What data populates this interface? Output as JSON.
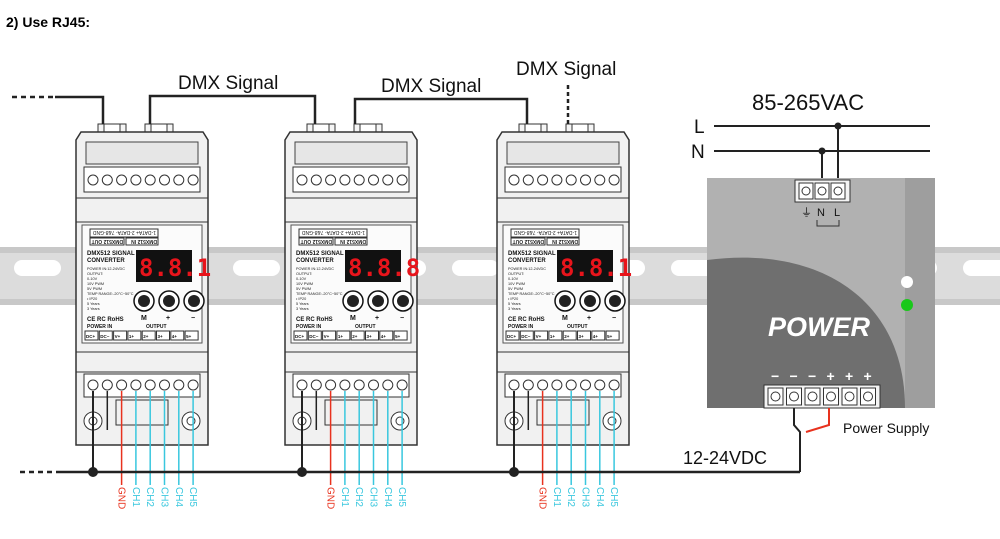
{
  "section_title": "2)  Use RJ45:",
  "signals": {
    "dmx_1": "DMX Signal",
    "dmx_2": "DMX Signal",
    "dmx_3": "DMX Signal"
  },
  "mains": {
    "voltage": "85-265VAC",
    "line": "L",
    "neutral": "N",
    "terminal_ground": "⏚",
    "terminal_n": "N",
    "terminal_l": "L"
  },
  "power_supply": {
    "brand": "POWER",
    "caption": "Power Supply",
    "output_voltage": "12-24VDC",
    "terminal_signs": [
      "−",
      "−",
      "−",
      "+",
      "+",
      "+"
    ]
  },
  "converter": {
    "model_line1": "DMX512  SIGNAL",
    "model_line2": "CONVERTER",
    "port_in": "DMX512 IN",
    "port_out": "DMX512 OUT",
    "port_pinout": "1-DATA+ 2-DATA- 7&8-GND",
    "spec_lines": [
      "POWER IN:12-24VDC",
      "OUTPUT:",
      "0-10V",
      "10V PWM",
      "5V PWM",
      "TEMP RANGE:-20°C~50°C",
      "• IP20",
      "5 Years",
      "3 Years"
    ],
    "cert": "CE RC RoHS",
    "buttons": [
      "M",
      "+",
      "−"
    ],
    "power_in_label": "POWER IN",
    "output_label": "OUTPUT",
    "terminal_labels": [
      "DC+",
      "DC−",
      "V+",
      "1+",
      "2+",
      "3+",
      "4+",
      "5+"
    ],
    "displays": [
      "8.8.1",
      "8.8.8",
      "8.8.1"
    ]
  },
  "wire_labels": [
    "GND",
    "CH1",
    "CH2",
    "CH3",
    "CH4",
    "CH5"
  ],
  "colors": {
    "rail": "#d9d9d9",
    "housing": "#f1f1f1",
    "psu_body": "#a9a9a9",
    "psu_dark": "#6f6f6f",
    "led_white": "#ffffff",
    "led_green": "#19c81a",
    "display_red": "#e8141b",
    "wire_red": "#e8321e",
    "wire_cyan": "#39c7de"
  }
}
